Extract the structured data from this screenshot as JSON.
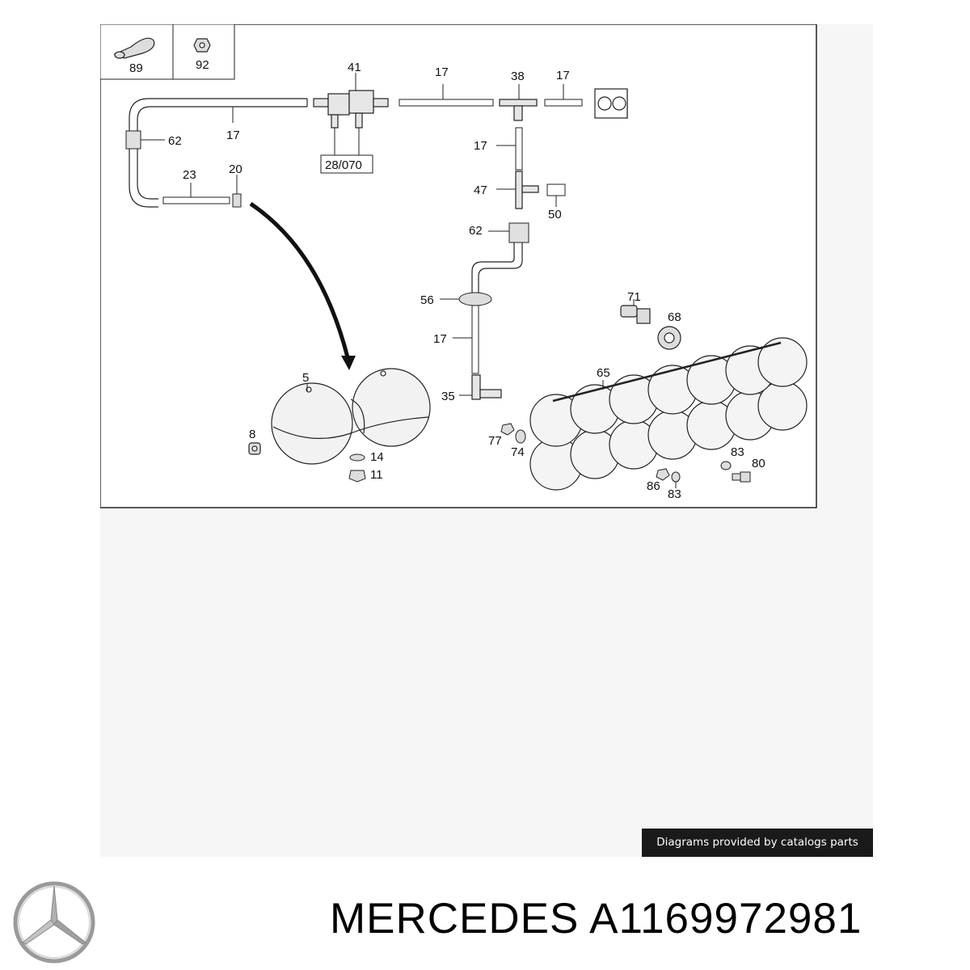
{
  "diagram": {
    "labels": [
      {
        "id": "89",
        "text": "89"
      },
      {
        "id": "92",
        "text": "92"
      },
      {
        "id": "41",
        "text": "41"
      },
      {
        "id": "17a",
        "text": "17"
      },
      {
        "id": "38",
        "text": "38"
      },
      {
        "id": "17b",
        "text": "17"
      },
      {
        "id": "17c",
        "text": "17"
      },
      {
        "id": "62a",
        "text": "62"
      },
      {
        "id": "28070",
        "text": "28/070"
      },
      {
        "id": "23",
        "text": "23"
      },
      {
        "id": "20",
        "text": "20"
      },
      {
        "id": "17d",
        "text": "17"
      },
      {
        "id": "47",
        "text": "47"
      },
      {
        "id": "50",
        "text": "50"
      },
      {
        "id": "62b",
        "text": "62"
      },
      {
        "id": "56",
        "text": "56"
      },
      {
        "id": "71",
        "text": "71"
      },
      {
        "id": "68",
        "text": "68"
      },
      {
        "id": "17e",
        "text": "17"
      },
      {
        "id": "5",
        "text": "5"
      },
      {
        "id": "65",
        "text": "65"
      },
      {
        "id": "35",
        "text": "35"
      },
      {
        "id": "8",
        "text": "8"
      },
      {
        "id": "77",
        "text": "77"
      },
      {
        "id": "74",
        "text": "74"
      },
      {
        "id": "14",
        "text": "14"
      },
      {
        "id": "11",
        "text": "11"
      },
      {
        "id": "83a",
        "text": "83"
      },
      {
        "id": "80",
        "text": "80"
      },
      {
        "id": "86",
        "text": "86"
      },
      {
        "id": "83b",
        "text": "83"
      }
    ]
  },
  "credit": {
    "text": "Diagrams provided by catalogs parts"
  },
  "brand": {
    "text": "MERCEDES A1169972981"
  },
  "icons": {
    "logo": "mercedes-star-icon"
  }
}
